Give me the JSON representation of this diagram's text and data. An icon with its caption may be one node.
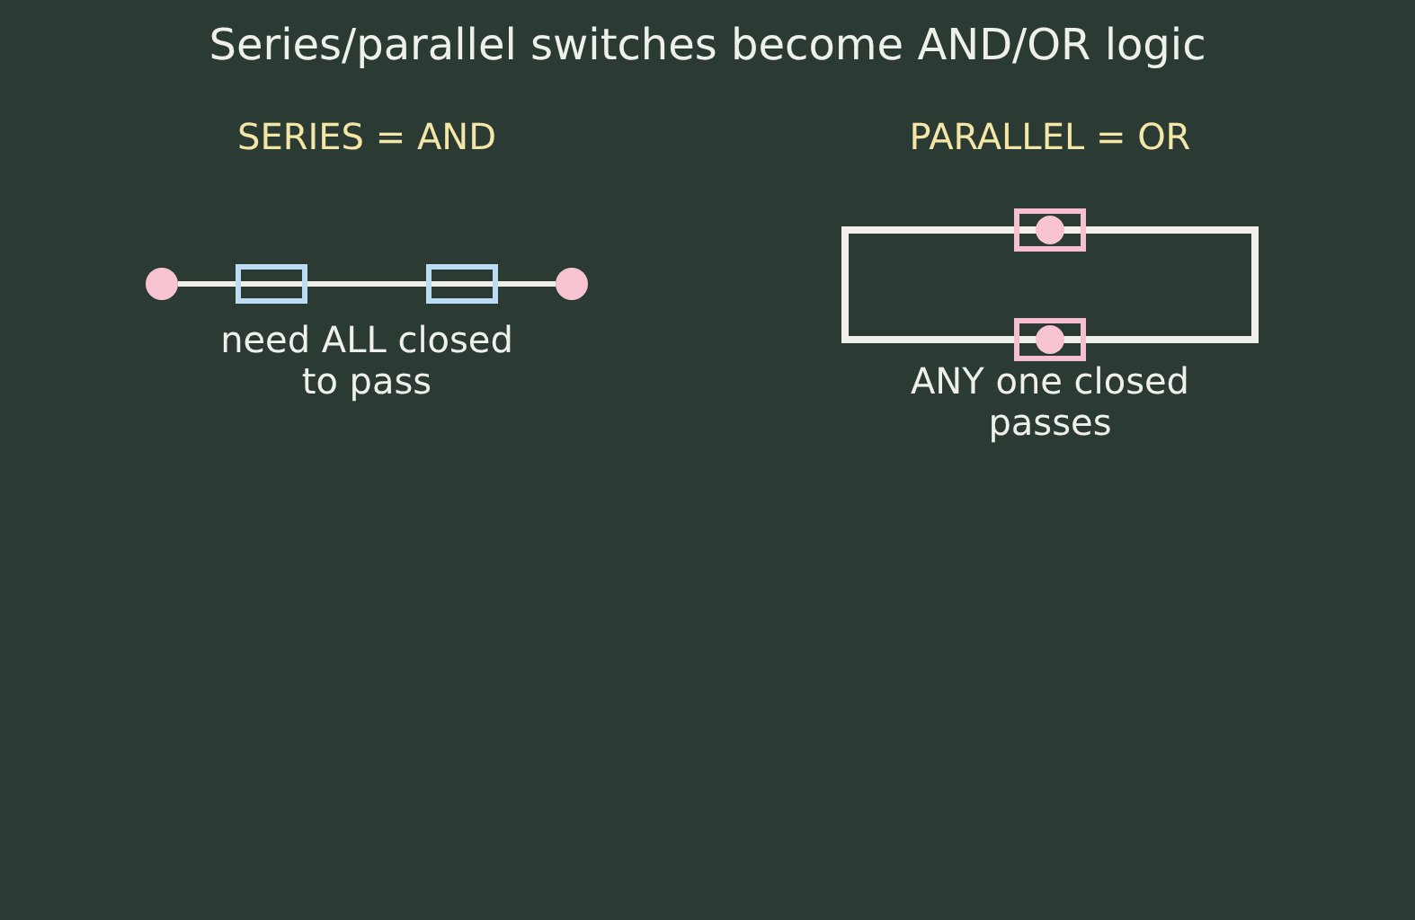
{
  "diagram": {
    "title": "Series/parallel switches become AND/OR logic",
    "nodes": [
      {
        "text": [],
        "shape": "circle"
      },
      {
        "text": [],
        "shape": "box"
      },
      {
        "text": [],
        "shape": "box"
      },
      {
        "text": [],
        "shape": "circle"
      },
      {
        "text": [],
        "shape": "box"
      },
      {
        "text": [],
        "shape": "box"
      }
    ],
    "edges": [
      {
        "from": 0,
        "to": 1,
        "arrow": "none"
      },
      {
        "from": 1,
        "to": 2,
        "arrow": "none"
      },
      {
        "from": 2,
        "to": 3,
        "arrow": "none"
      },
      {
        "from": 4,
        "to": 5,
        "arrow": "none"
      },
      {
        "from": 4,
        "to": 5,
        "arrow": "none"
      }
    ],
    "labels": [
      "SERIES = AND",
      "need ALL closed to pass",
      "PARALLEL = OR",
      "ANY one closed passes"
    ]
  }
}
